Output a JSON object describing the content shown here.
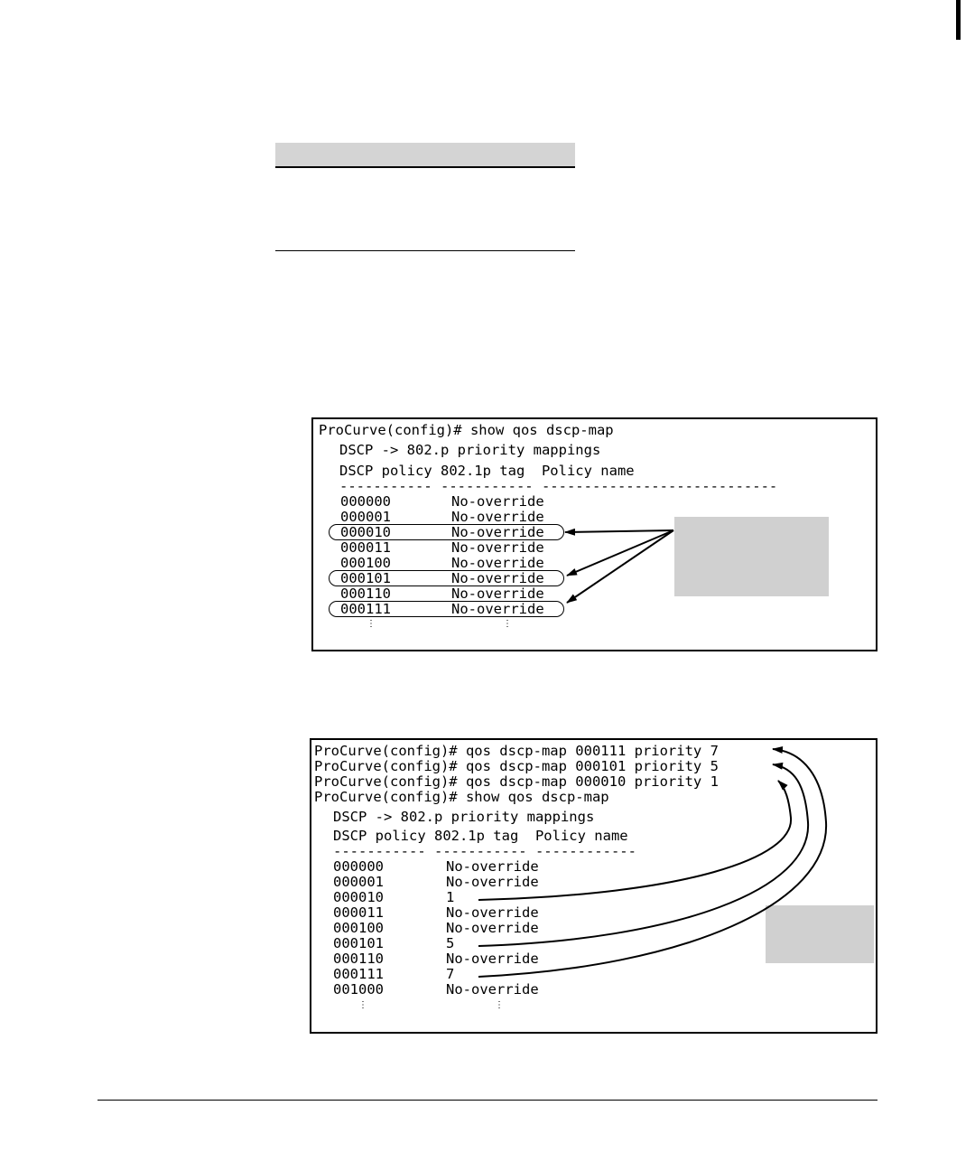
{
  "figure1": {
    "command": "ProCurve(config)# show qos dscp-map",
    "heading": "DSCP -> 802.p priority mappings",
    "columns": "DSCP policy 802.1p tag  Policy name",
    "separator": "----------- ----------- ----------------------------",
    "rows": [
      {
        "dscp": "000000",
        "tag": "No-override"
      },
      {
        "dscp": "000001",
        "tag": "No-override"
      },
      {
        "dscp": "000010",
        "tag": "No-override"
      },
      {
        "dscp": "000011",
        "tag": "No-override"
      },
      {
        "dscp": "000100",
        "tag": "No-override"
      },
      {
        "dscp": "000101",
        "tag": "No-override"
      },
      {
        "dscp": "000110",
        "tag": "No-override"
      },
      {
        "dscp": "000111",
        "tag": "No-override"
      }
    ],
    "continuation": "⋮"
  },
  "figure2": {
    "commands": [
      "ProCurve(config)# qos dscp-map 000111 priority 7",
      "ProCurve(config)# qos dscp-map 000101 priority 5",
      "ProCurve(config)# qos dscp-map 000010 priority 1",
      "ProCurve(config)# show qos dscp-map"
    ],
    "heading": "DSCP -> 802.p priority mappings",
    "columns": "DSCP policy 802.1p tag  Policy name",
    "separator": "----------- ----------- ------------",
    "rows": [
      {
        "dscp": "000000",
        "tag": "No-override"
      },
      {
        "dscp": "000001",
        "tag": "No-override"
      },
      {
        "dscp": "000010",
        "tag": "1"
      },
      {
        "dscp": "000011",
        "tag": "No-override"
      },
      {
        "dscp": "000100",
        "tag": "No-override"
      },
      {
        "dscp": "000101",
        "tag": "5"
      },
      {
        "dscp": "000110",
        "tag": "No-override"
      },
      {
        "dscp": "000111",
        "tag": "7"
      },
      {
        "dscp": "001000",
        "tag": "No-override"
      }
    ],
    "continuation": "⋮"
  },
  "colors": {
    "callout_fill": "#d0d0d0",
    "table_header_fill": "#d4d4d4",
    "ink": "#000000"
  }
}
